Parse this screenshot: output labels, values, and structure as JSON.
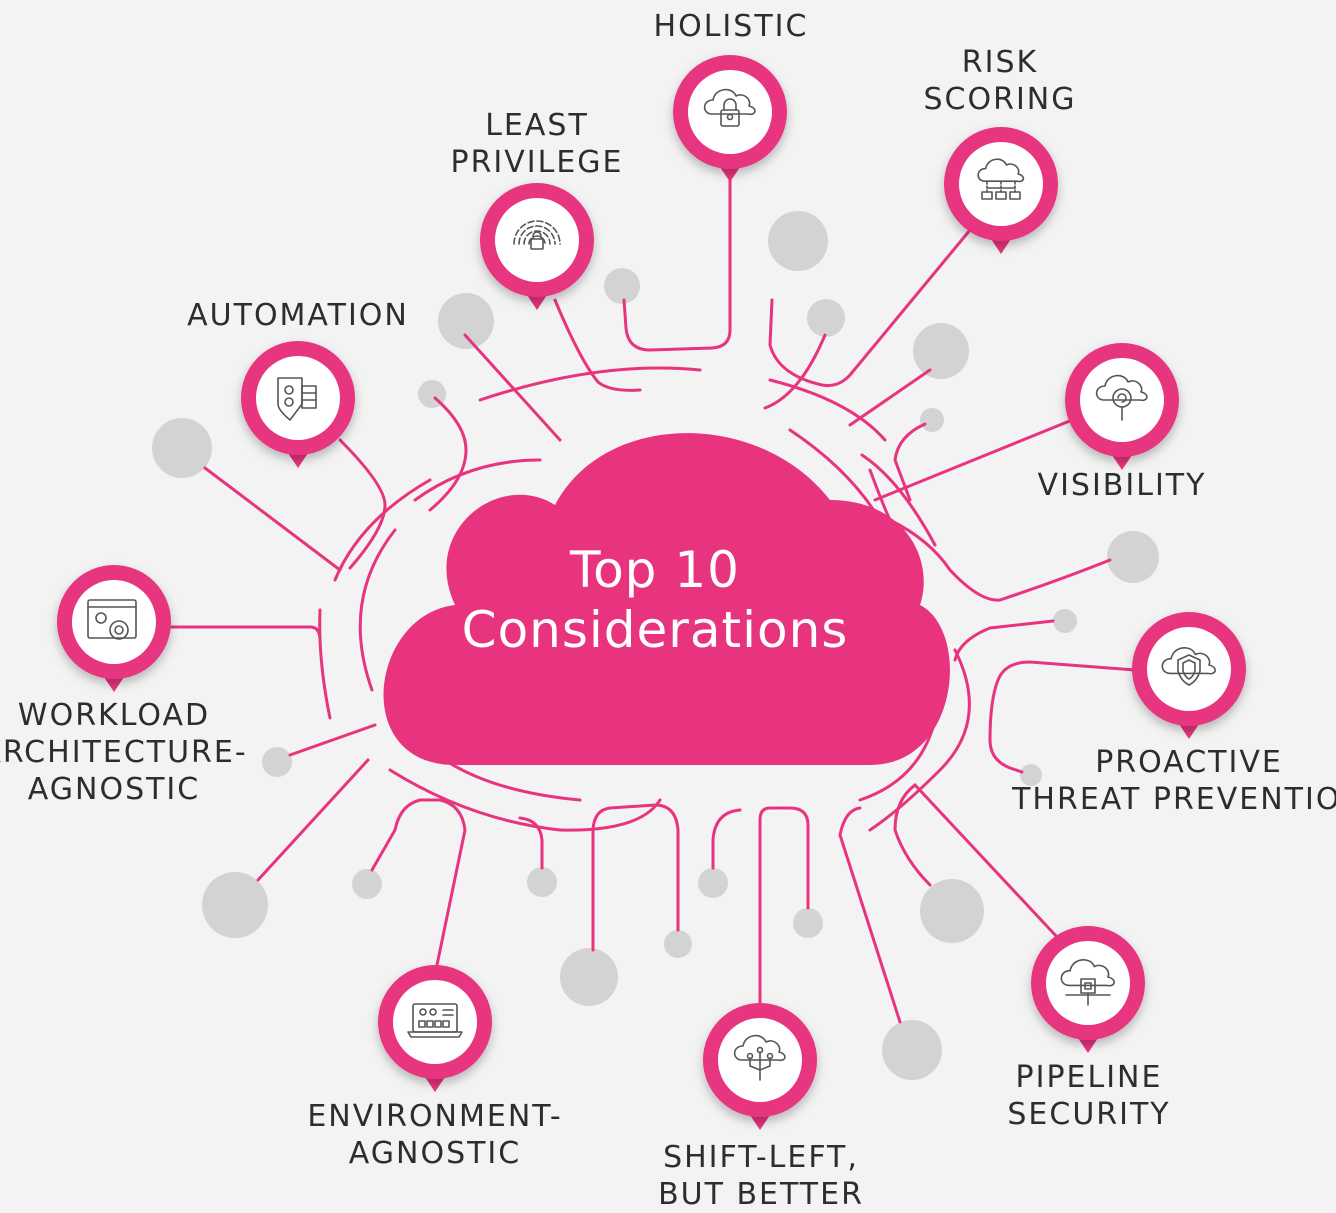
{
  "colors": {
    "accent": "#e8347f",
    "dot": "#d3d3d4",
    "background": "#f2f3f2",
    "text": "#2d2d2d"
  },
  "center": {
    "line1": "Top 10",
    "line2": "Considerations"
  },
  "nodes": [
    {
      "id": "holistic",
      "lines": [
        "HOLISTIC"
      ],
      "icon": "cloud-lock-icon"
    },
    {
      "id": "risk-scoring",
      "lines": [
        "RISK",
        "SCORING"
      ],
      "icon": "cloud-network-icon"
    },
    {
      "id": "least-privilege",
      "lines": [
        "LEAST",
        "PRIVILEGE"
      ],
      "icon": "fingerprint-lock-icon"
    },
    {
      "id": "automation",
      "lines": [
        "AUTOMATION"
      ],
      "icon": "shield-checklist-icon"
    },
    {
      "id": "visibility",
      "lines": [
        "VISIBILITY"
      ],
      "icon": "cloud-search-icon"
    },
    {
      "id": "workload",
      "lines": [
        "WORKLOAD",
        "ARCHITECTURE-",
        "AGNOSTIC"
      ],
      "icon": "browser-gears-icon"
    },
    {
      "id": "proactive",
      "lines": [
        "PROACTIVE",
        "THREAT PREVENTION"
      ],
      "icon": "cloud-shield-icon"
    },
    {
      "id": "environment",
      "lines": [
        "ENVIRONMENT-",
        "AGNOSTIC"
      ],
      "icon": "laptop-dashboard-icon"
    },
    {
      "id": "shift-left",
      "lines": [
        "SHIFT-LEFT,",
        "BUT BETTER"
      ],
      "icon": "cloud-circuit-icon"
    },
    {
      "id": "pipeline",
      "lines": [
        "PIPELINE",
        "SECURITY"
      ],
      "icon": "cloud-chip-icon"
    }
  ]
}
